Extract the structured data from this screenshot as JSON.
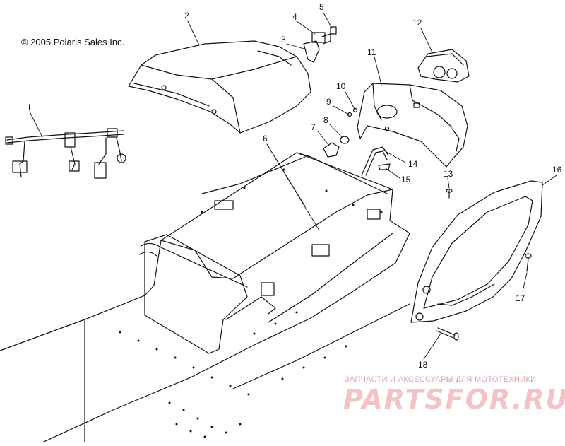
{
  "copyright": "© 2005 Polaris Sales Inc.",
  "watermark": {
    "tagline": "ЗАПЧАСТИ И АКСЕССУАРЫ ДЛЯ МОТОТЕХНИКИ",
    "brand": "PARTSFOR.RU"
  },
  "callouts": [
    "1",
    "2",
    "3",
    "4",
    "5",
    "6",
    "7",
    "8",
    "9",
    "10",
    "11",
    "12",
    "13",
    "14",
    "15",
    "16",
    "17",
    "18"
  ]
}
